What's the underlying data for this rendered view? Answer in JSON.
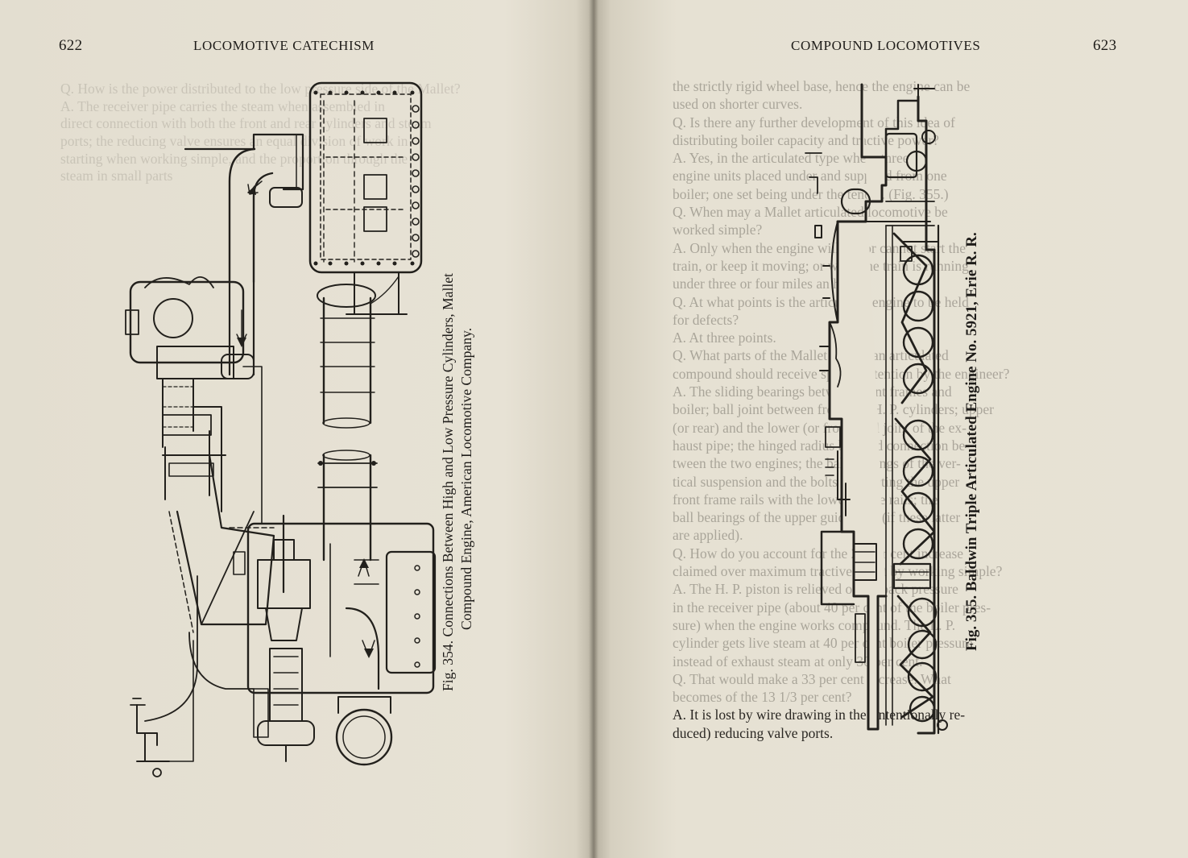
{
  "left_page": {
    "page_number": "622",
    "running_head": "LOCOMOTIVE CATECHISM",
    "figure_caption": {
      "line1": "Fig. 354.  Connections Between High and Low Pressure Cylinders, Mallet",
      "line2": "Compound Engine, American Locomotive Company."
    }
  },
  "right_page": {
    "page_number": "623",
    "running_head": "COMPOUND LOCOMOTIVES",
    "figure_caption": "Fig. 355.  Baldwin Triple Articulated Engine No. 5921, Erie R. R.",
    "body_lines": [
      "the strictly rigid wheel base, hence the engine can be",
      "used on shorter curves.",
      "Q. Is there any further development of this idea of",
      "distributing boiler capacity and tractive power?",
      "A. Yes, in the articulated type where three",
      "engine units placed under and supplied from one",
      "boiler; one set being under the tender. (Fig. 355.)",
      "Q. When may a Mallet articulated locomotive be",
      "worked simple?",
      "A. Only when the engine will not or cannot start the",
      "train, or keep it moving; or when the train is running",
      "under three or four miles an hour.",
      "Q. At what points is the articulated engine to be held",
      "for defects?",
      "A. At three points.",
      "Q. What parts of the Mallet American articulated",
      "compound should receive special attention by the engineer?",
      "A. The sliding bearings between front frames and",
      "boiler; ball joint between front and H. P. cylinders; upper",
      "(or rear) and the lower (or front) ball joint of the ex-",
      "haust pipe; the hinged radius bar, and connection be-",
      "tween the two engines; the ball bearings of the ver-",
      "tical suspension and the bolts connecting the upper",
      "front frame rails with the lower frame rails; the",
      "ball bearings of the upper guide bars (if these latter",
      "are applied).",
      "Q. How do you account for the 20 per cent increase",
      "claimed over maximum tractive effort by working simple?",
      "A. The H. P. piston is relieved of the back pressure",
      "in the receiver pipe (about 40 per cent of the boiler pres-",
      "sure) when the engine works compound. The L. P.",
      "cylinder gets live steam at 40 per cent boiler pressure",
      "instead of exhaust steam at only 30 per cent.",
      "Q. That would make a 33 per cent increase. What",
      "becomes of the 13 1/3 per cent?",
      "A. It is lost by wire drawing in the (intentionally re-",
      "duced) reducing valve ports."
    ],
    "ghost_lines": [
      "Q. How is the power distributed to the low pressure side of the Mallet?",
      "A. The receiver pipe carries the steam when assembled in",
      "direct connection with both the front and rear cylinders and steam",
      "ports; the reducing valve ensures an equal division of work in",
      "starting when working simple, and the proportion through the",
      "steam in small parts"
    ]
  }
}
